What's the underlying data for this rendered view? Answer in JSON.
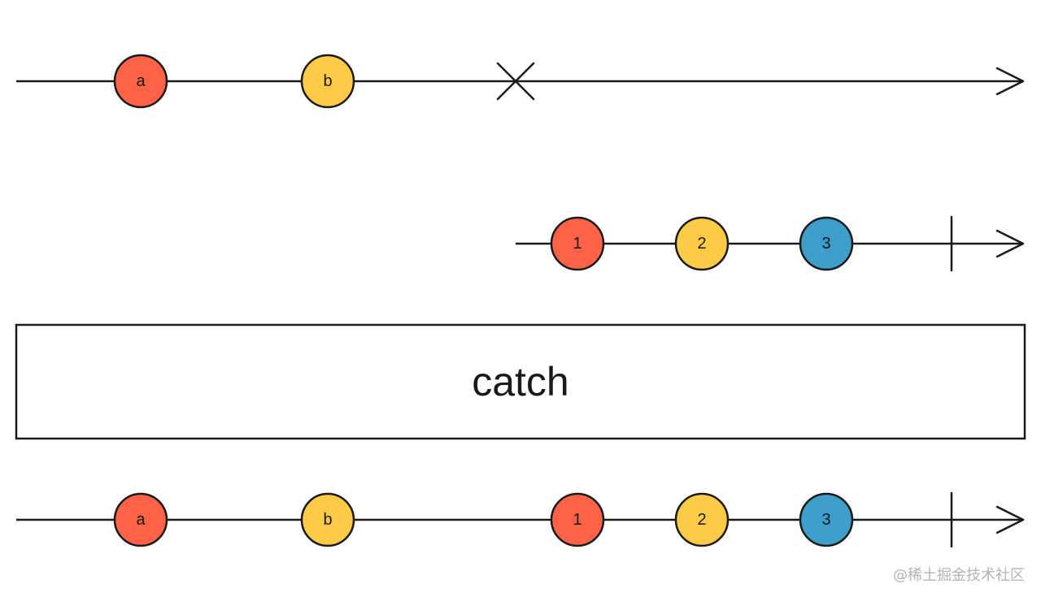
{
  "colors": {
    "red": "#fe6347",
    "yellow": "#fecb46",
    "blue": "#3d9dcb",
    "line": "#1a1a1a"
  },
  "source_stream": {
    "marbles": [
      {
        "label": "a",
        "color": "red"
      },
      {
        "label": "b",
        "color": "yellow"
      }
    ],
    "terminal": "error"
  },
  "catch_stream": {
    "marbles": [
      {
        "label": "1",
        "color": "red"
      },
      {
        "label": "2",
        "color": "yellow"
      },
      {
        "label": "3",
        "color": "blue"
      }
    ],
    "terminal": "complete"
  },
  "operator": {
    "label": "catch"
  },
  "output_stream": {
    "marbles": [
      {
        "label": "a",
        "color": "red"
      },
      {
        "label": "b",
        "color": "yellow"
      },
      {
        "label": "1",
        "color": "red"
      },
      {
        "label": "2",
        "color": "yellow"
      },
      {
        "label": "3",
        "color": "blue"
      }
    ],
    "terminal": "complete"
  },
  "watermark": "@稀土掘金技术社区"
}
